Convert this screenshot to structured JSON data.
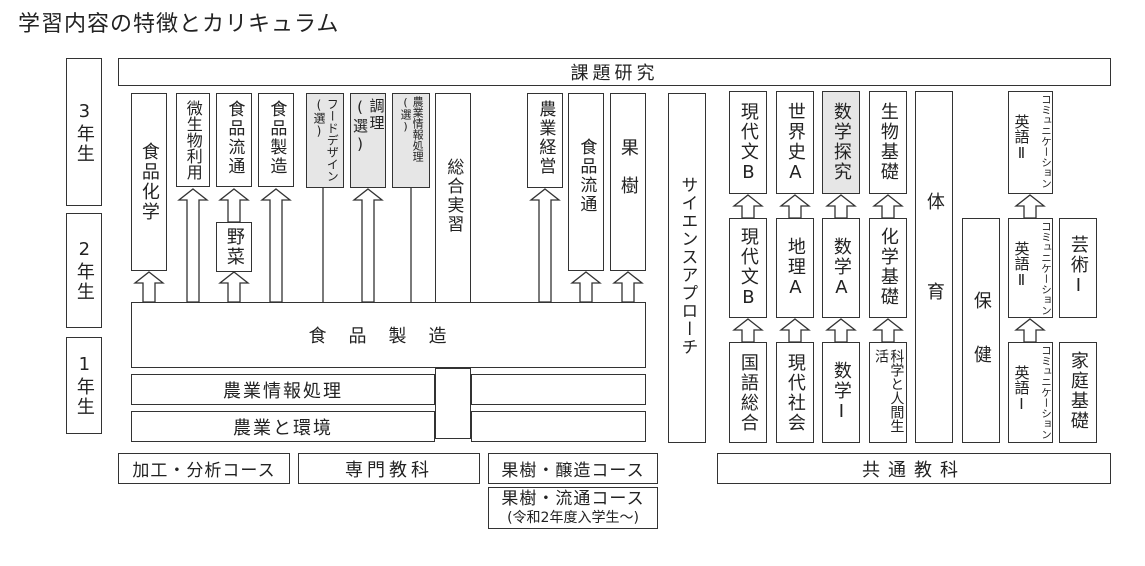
{
  "title": "学習内容の特徴とカリキュラム",
  "years": [
    "3年生",
    "2年生",
    "1年生"
  ],
  "top_band": "課題研究",
  "left_section": {
    "shokuhin_kagaku": "食品化学",
    "biseibutsu": "微生物利用",
    "ryutsu_a": "食品流通",
    "seizo_small": "食品製造",
    "yasai": "野菜",
    "food_design": "フードデザイン(選)",
    "chori": "調理(選)",
    "jouhou_sel": "農業情報処理(選)",
    "sogo_jisshu": "総合実習",
    "nogyo_keiei": "農業経営",
    "ryutsu_b": "食品流通",
    "kaju": "果樹",
    "shokuhin_seizo_band": "食品製造",
    "jouhou_band": "農業情報処理",
    "kankyo_band": "農業と環境"
  },
  "science_approach": "サイエンスアプローチ",
  "general": {
    "gendaibun_b3": "現代文B",
    "sekaishi": "世界史A",
    "sugaku_tankyu": "数学探究",
    "seibutsu_kiso": "生物基礎",
    "taiiku": "体育",
    "gendaibun_b2": "現代文B",
    "chiri": "地理A",
    "sugaku_a": "数学A",
    "kagaku_kiso": "化学基礎",
    "hoken": "保健",
    "kokugo": "国語総合",
    "gendai_shakai": "現代社会",
    "sugaku_1": "数学Ⅰ",
    "kagaku_ningen": "科学と人間生活",
    "comm_label": "コミュニケーション",
    "eigo3": "英語Ⅱ",
    "eigo2": "英語Ⅱ",
    "eigo1": "英語Ⅰ",
    "geijutsu": "芸術Ⅰ",
    "katei": "家庭基礎"
  },
  "legend": {
    "kako": "加工・分析コース",
    "senmon": "専門教科",
    "kaju_jozo": "果樹・醸造コース",
    "kaju_ryutsu": "果樹・流通コース",
    "kaju_ryutsu_note": "(令和2年度入学生〜)",
    "kyotsu": "共通教科"
  }
}
